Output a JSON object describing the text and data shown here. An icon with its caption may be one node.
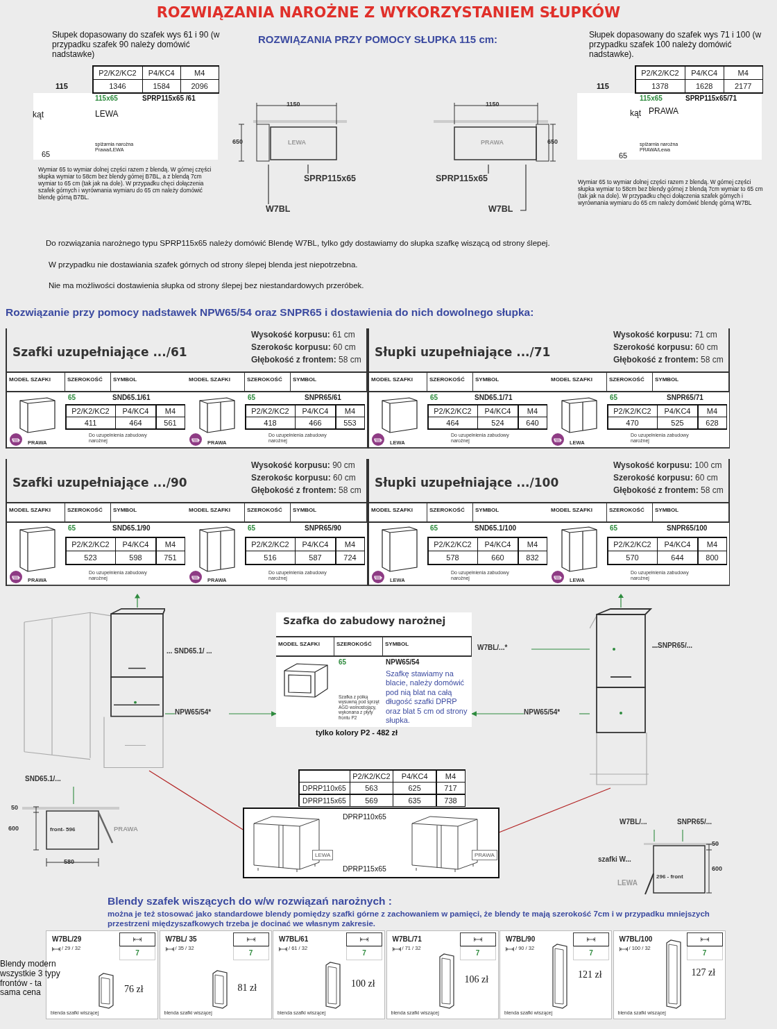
{
  "diagram": {
    "title": "ROZWIĄZANIA NAROŻNE Z WYKORZYSTANIEM SŁUPKÓW",
    "nodes": [
      {
        "text": [
          "Słupek dopasowany do szafek wys 61 i 90 (w przypadku szafek 90 należy domówić nadstawke)",
          "P2/K2/KC2",
          "P4/KC4",
          "M4",
          "115",
          "1346",
          "1584",
          "2096",
          "kąt",
          "65",
          "115x65",
          "LEWA",
          "SPRP115x65 /61",
          "spiżarnia narożna Prawa/LEWA"
        ],
        "beside": [
          "Wymiar 65 to wymiar dolnej części razem z blendą. W górnej części słupka wymiar to 58cm bez blendy górnej B7BL, a z blendą 7cm wymiar to 65 cm (tak jak na dole). W przypadku chęci dołączenia szafek górnych i wyrównania wymiaru do 65 cm należy domówić blendę górną B7BL."
        ]
      },
      {
        "text": [
          "1150",
          "650",
          "LEWA"
        ]
      },
      {
        "text": [
          "SPRP115x65"
        ]
      },
      {
        "text": [
          "W7BL"
        ]
      },
      {
        "text": [
          "1150",
          "PRAWA",
          "650"
        ]
      },
      {
        "text": [
          "SPRP115x65"
        ]
      },
      {
        "text": [
          "W7BL"
        ]
      },
      {
        "text": [
          "Słupek dopasowany do szafek wys 71 i 100 (w przypadku szafek 100 należy domówić nadstawke).",
          "P2/K2/KC2",
          "P4/KC4",
          "M4",
          "115",
          "1378",
          "1628",
          "2177",
          "kąt",
          "65",
          "115x65",
          "PRAWA",
          "SPRP115x65/71",
          "spiżarnia narożna PRAWA/Lewa"
        ],
        "beside": [
          "Wymiar 65 to wymiar dolnej części razem z blendą. W górnej części słupka wymiar to 58cm bez blendy górnej z blendą 7cm wymiar to 65 cm (tak jak na dole). W przypadku chęci dołączenia szafek górnych i wyrównania wymiaru do 65 cm należy domówić blendę górną W7BL"
        ]
      },
      {
        "text": [
          "Szafki uzupełniające .../61",
          "**Wysokość korpusu:** 61 cm",
          "**Szerokośc korpusu:** 60 cm",
          "**Głębokość z frontem:** 58 cm"
        ]
      },
      {
        "text": [
          "MODEL SZAFKI",
          "SZEROKOŚĆ",
          "SYMBOL",
          "65",
          "SND65.1/61",
          "P2/K2/KC2",
          "P4/KC4",
          "M4",
          "411",
          "464",
          "561",
          "PRAWA",
          "Do uzupełnienia zabudowy narożnej"
        ],
        "in": 8
      },
      {
        "text": [
          "MODEL SZAFKI",
          "SZEROKOŚĆ",
          "SYMBOL",
          "65",
          "SNPR65/61",
          "P2/K2/KC2",
          "P4/KC4",
          "M4",
          "418",
          "466",
          "553",
          "PRAWA",
          "Do uzupełnienia zabudowy narożnej"
        ],
        "in": 8
      },
      {
        "text": [
          "Słupki uzupełniające .../71",
          "**Wysokość korpusu:** 71 cm",
          "**Szerokość korpusu:** 60 cm",
          "**Głębokość z frontem:** 58 cm"
        ]
      },
      {
        "text": [
          "MODEL SZAFKI",
          "SZEROKOŚĆ",
          "SYMBOL",
          "65",
          "SND65.1/71",
          "P2/K2/KC2",
          "P4/KC4",
          "M4",
          "464",
          "524",
          "640",
          "LEWA",
          "Do uzupełnienia zabudowy narożnej"
        ],
        "in": 11
      },
      {
        "text": [
          "MODEL SZAFKI",
          "SZEROKOŚĆ",
          "SYMBOL",
          "65",
          "SNPR65/71",
          "P2/K2/KC2",
          "P4/KC4",
          "M4",
          "470",
          "525",
          "628",
          "LEWA",
          "Do uzupełnienia zabudowy narożnej"
        ],
        "in": 11
      },
      {
        "text": [
          "Szafki uzupełniające .../90",
          "**Wysokość korpusu:** 90 cm",
          "**Szerokośc korpusu:** 60 cm",
          "**Głębokość z frontem:** 58 cm"
        ]
      },
      {
        "text": [
          "MODEL SZAFKI",
          "SZEROKOŚĆ",
          "SYMBOL",
          "65",
          "SND65.1/90",
          "P2/K2/KC2",
          "P4/KC4",
          "M4",
          "523",
          "598",
          "751",
          "PRAWA",
          "Do uzupełnienia zabudowy narożnej"
        ],
        "in": 14
      },
      {
        "text": [
          "MODEL SZAFKI",
          "SZEROKOŚĆ",
          "SYMBOL",
          "65",
          "SNPR65/90",
          "P2/K2/KC2",
          "P4/KC4",
          "M4",
          "516",
          "587",
          "724",
          "PRAWA",
          "Do uzupełnienia zabudowy narożnej"
        ],
        "in": 14
      },
      {
        "text": [
          "Słupki uzupełniające .../100",
          "**Wysokość korpusu:** 100 cm",
          "**Szerokość korpusu:** 60 cm",
          "**Głębokość z frontem:** 58 cm"
        ]
      },
      {
        "text": [
          "MODEL SZAFKI",
          "SZEROKOŚĆ",
          "SYMBOL",
          "65",
          "SND65.1/100",
          "P2/K2/KC2",
          "P4/KC4",
          "M4",
          "578",
          "660",
          "832",
          "LEWA",
          "Do uzupełnienia zabudowy narożnej"
        ],
        "in": 17
      },
      {
        "text": [
          "MODEL SZAFKI",
          "SZEROKOŚĆ",
          "SYMBOL",
          "65",
          "SNPR65/100",
          "P2/K2/KC2",
          "P4/KC4",
          "M4",
          "570",
          "644",
          "800",
          "LEWA",
          "Do uzupełnienia zabudowy narożnej"
        ],
        "in": 17
      },
      {
        "text": [],
        "shape": "picture",
        "beside": [
          "... SND65.1/ ..."
        ]
      },
      {
        "text": [
          "NPW65/54*"
        ]
      },
      {
        "text": [
          "Szafka do zabudowy narożnej",
          "MODEL SZAFKI",
          "SZEROKOŚĆ",
          "SYMBOL",
          "65",
          "NPW65/54",
          "Szafka z półką wysuwną pod sprzęt AGD wolnostojący, wykonana z płyty frontu P2",
          "Szafkę stawiamy na blacie, należy domówić pod nią blat na całą długość szafki DPRP oraz blat 5 cm od strony słupka."
        ],
        "beside": [
          "tylko kolory P2 - 482 zł"
        ]
      },
      {
        "text": [],
        "shape": "picture"
      },
      {
        "text": [
          "W7BL/...*"
        ]
      },
      {
        "text": [
          "SNPR65/..."
        ]
      },
      {
        "text": [
          "NPW65/54*"
        ]
      },
      {
        "text": [
          "LEWA"
        ]
      },
      {
        "text": [
          "PRAWA"
        ]
      },
      {
        "text": [
          "50",
          "600",
          "front- 596",
          "PRAWA",
          "580"
        ]
      },
      {
        "text": [
          "SND65.1/..."
        ]
      },
      {
        "text": [
          "50",
          "600",
          "296 - front"
        ]
      },
      {
        "text": [
          "W7BL/..."
        ]
      },
      {
        "text": [
          "SNPR65/..."
        ]
      },
      {
        "text": [
          "W7BL/29",
          "/ 29 / 32",
          "7",
          "76 zł",
          "blenda szafki wiszącej"
        ]
      },
      {
        "text": [
          "W7BL/ 35",
          "/ 35 / 32",
          "7",
          "81 zł",
          "blenda szafki wiszącej"
        ]
      },
      {
        "text": [
          "W7BL/61",
          "/ 61 / 32",
          "7",
          "100 zł",
          "blenda szafki wiszącej"
        ]
      },
      {
        "text": [
          "W7BL/71",
          "/ 71 / 32",
          "7",
          "106 zł",
          "blenda szafki wiszącej"
        ]
      },
      {
        "text": [
          "W7BL/90",
          "/ 90 / 32",
          "7",
          "121 zł",
          "blenda szafki wiszącej"
        ]
      },
      {
        "text": [
          "W7BL/100",
          "/ 100 / 32",
          "7",
          "127 zł",
          "blenda szafki wiszącej"
        ]
      }
    ],
    "edges": [
      {
        "from": 2,
        "to": 1,
        "arrow": "none",
        "color": "#222222"
      },
      {
        "from": 3,
        "to": 1,
        "arrow": "none",
        "color": "#222222"
      },
      {
        "from": 5,
        "to": 4,
        "arrow": "none",
        "color": "#222222"
      },
      {
        "from": 6,
        "to": 4,
        "arrow": "none",
        "color": "#222222"
      },
      {
        "from": 20,
        "to": 21,
        "arrow": "none"
      },
      {
        "from": 21,
        "to": 22,
        "arrow": "to"
      },
      {
        "from": 26,
        "to": 22,
        "arrow": "to"
      },
      {
        "from": 23,
        "to": 26,
        "arrow": "none"
      },
      {
        "from": 24,
        "to": 23,
        "arrow": "none"
      },
      {
        "from": 25,
        "to": 23,
        "arrow": "none",
        "color": "#222222"
      },
      {
        "from": 20,
        "to": 27,
        "arrow": "none",
        "color": "#b22222"
      },
      {
        "from": 28,
        "to": 23,
        "arrow": "none",
        "color": "#b22222"
      },
      {
        "from": 30,
        "to": 29,
        "arrow": "none"
      },
      {
        "from": 32,
        "to": 31,
        "arrow": "none"
      },
      {
        "from": 33,
        "to": 31,
        "arrow": "none"
      }
    ],
    "labels": [
      "ROZWIĄZANIA PRZY POMOCY SŁUPKA 115 cm:",
      "Do rozwiązania narożnego typu SPRP115x65 należy domówić Blendę W7BL, tylko gdy dostawiamy do słupka szafkę wiszącą od strony ślepej.",
      "W przypadku nie dostawiania szafek górnych od strony ślepej blenda jest niepotrzebna.",
      "Nie ma możliwości dostawienia słupka od strony ślepej bez niestandardowych przeróbek.",
      "Rozwiązanie przy pomocy nadstawek NPW65/54 oraz SNPR65 i dostawienia do nich dowolnego słupka:",
      "P2/K2/KC2",
      "P4/KC4",
      "M4",
      "DPRP110x65",
      "563",
      "625",
      "717",
      "DPRP115x65",
      "569",
      "635",
      "738",
      "DPRP110x65",
      "DPRP115x65",
      "szafki W...",
      "LEWA",
      "Blendy szafek wiszących do w/w rozwiązań narożnych :",
      "można je też stosować jako standardowe blendy pomiędzy szafki górne z zachowaniem w pamięci, że blendy te mają szerokość 7cm i w przypadku mniejszych przestrzeni międzyszafkowych trzeba je docinać we własnym zakresie.",
      "Blendy modern wszystkie 3 typy frontów - ta sama cena"
    ]
  }
}
